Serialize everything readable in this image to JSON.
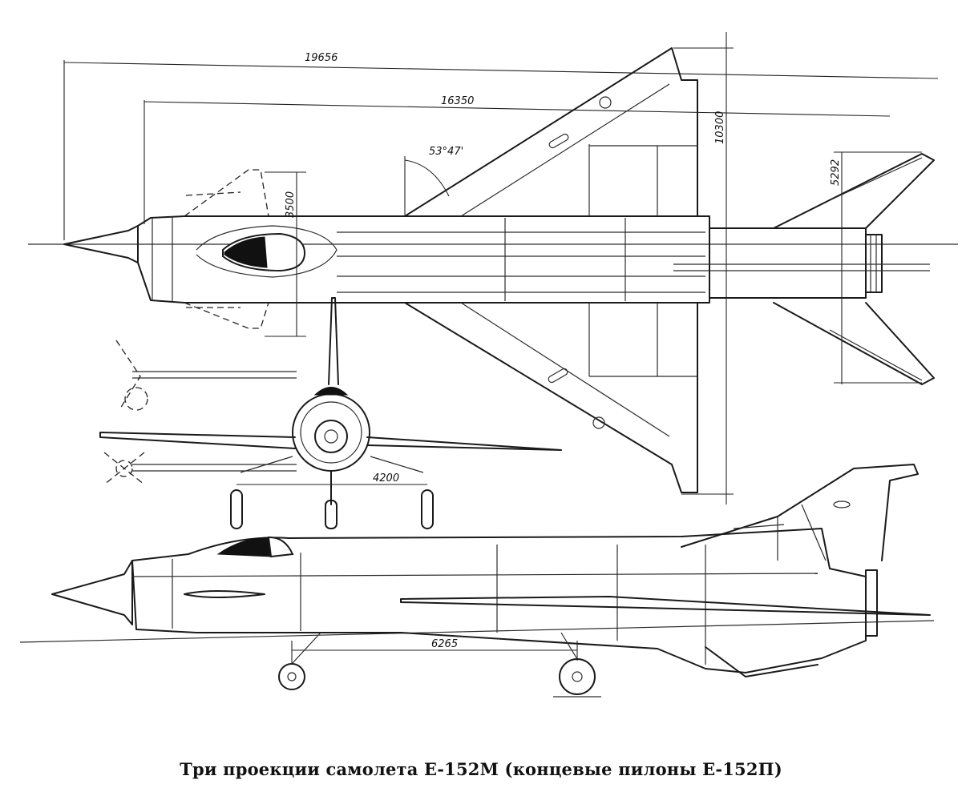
{
  "caption": "Три проекции самолета Е-152М (концевые пилоны Е-152П)",
  "dimensions": {
    "overall_length": "19656",
    "fuselage_length": "16350",
    "wing_sweep": "53°47'",
    "foreplane_span": "3500",
    "wing_span": "10300",
    "tailplane_span": "5292",
    "main_gear_track": "4200",
    "wheelbase": "6265"
  }
}
